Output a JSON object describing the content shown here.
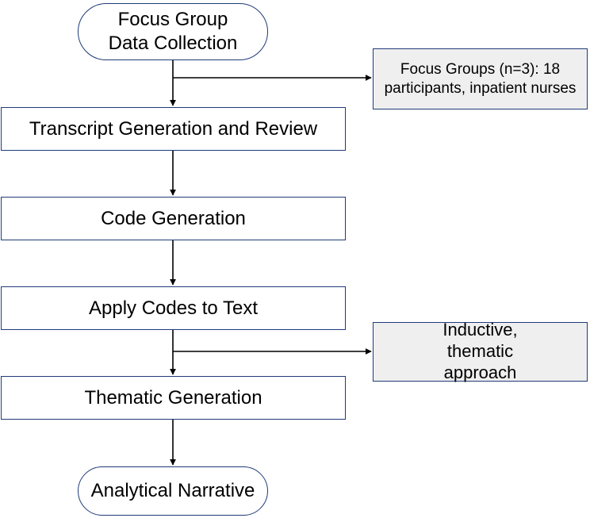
{
  "diagram": {
    "nodes": {
      "start": "Focus Group Data Collection",
      "transcript": "Transcript Generation and Review",
      "code_generation": "Code Generation",
      "apply_codes": "Apply Codes to Text",
      "thematic_generation": "Thematic Generation",
      "end": "Analytical Narrative"
    },
    "notes": {
      "focus_groups": "Focus Groups (n=3): 18 participants, inpatient nurses",
      "approach": "Inductive, thematic approach"
    },
    "edges": [
      {
        "from": "start",
        "to": "transcript"
      },
      {
        "from": "start",
        "to": "focus_groups",
        "type": "branch"
      },
      {
        "from": "transcript",
        "to": "code_generation"
      },
      {
        "from": "code_generation",
        "to": "apply_codes"
      },
      {
        "from": "apply_codes",
        "to": "thematic_generation"
      },
      {
        "from": "apply_codes",
        "to": "approach",
        "type": "branch"
      },
      {
        "from": "thematic_generation",
        "to": "end"
      }
    ],
    "colors": {
      "border": "#1f3b78",
      "note_fill": "#efefef",
      "connector": "#000000"
    }
  }
}
